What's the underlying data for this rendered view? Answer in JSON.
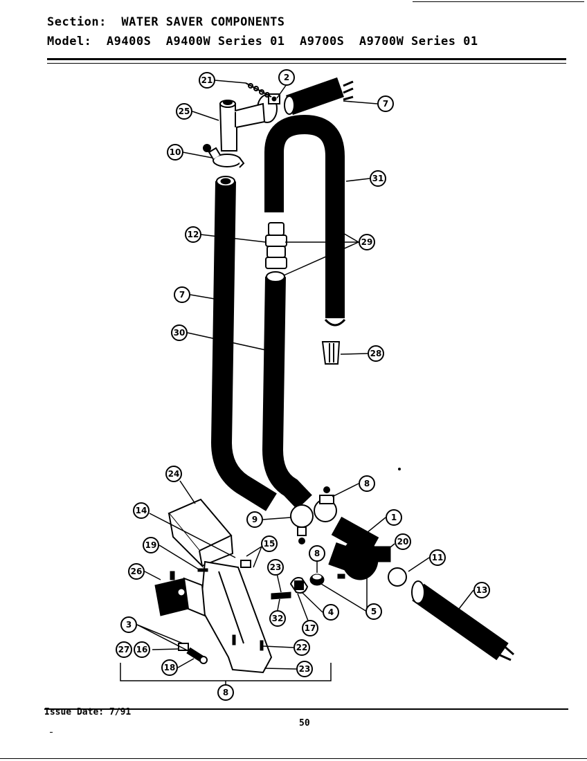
{
  "header": {
    "section_label": "Section:",
    "section_value": "WATER SAVER COMPONENTS",
    "model_label": "Model:",
    "model_value": "A9400S  A9400W Series 01  A9700S  A9700W Series 01"
  },
  "footer": {
    "issue_date": "Issue Date: 7/91",
    "page_number": "50"
  },
  "callouts": [
    "21",
    "2",
    "7",
    "25",
    "10",
    "31",
    "12",
    "29",
    "7",
    "30",
    "28",
    "24",
    "8",
    "14",
    "9",
    "1",
    "15",
    "20",
    "19",
    "8",
    "11",
    "23",
    "26",
    "13",
    "4",
    "5",
    "32",
    "17",
    "3",
    "27",
    "16",
    "22",
    "18",
    "23",
    "8"
  ]
}
